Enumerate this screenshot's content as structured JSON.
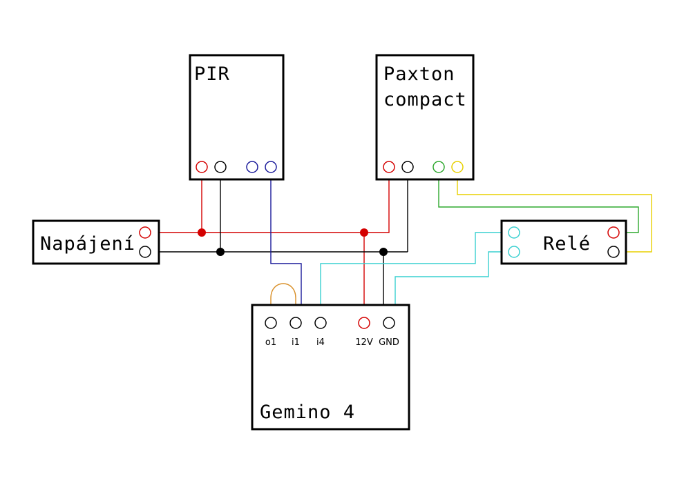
{
  "components": {
    "pir": {
      "title": "PIR"
    },
    "paxton": {
      "title_line1": "Paxton",
      "title_line2": "compact"
    },
    "power": {
      "title": "Napájení"
    },
    "relay": {
      "title": "Relé"
    },
    "gemino": {
      "title": "Gemino 4",
      "terminals": {
        "o1": "o1",
        "i1": "i1",
        "i4": "i4",
        "v12": "12V",
        "gnd": "GND"
      }
    }
  },
  "colors": {
    "positive": "#d40000",
    "ground": "#000000",
    "pir_signal": "#1a1a9a",
    "jumper": "#d9902a",
    "relay_contact": "#39d0d0",
    "green_wire": "#2ea82e",
    "yellow_wire": "#e8d000"
  }
}
